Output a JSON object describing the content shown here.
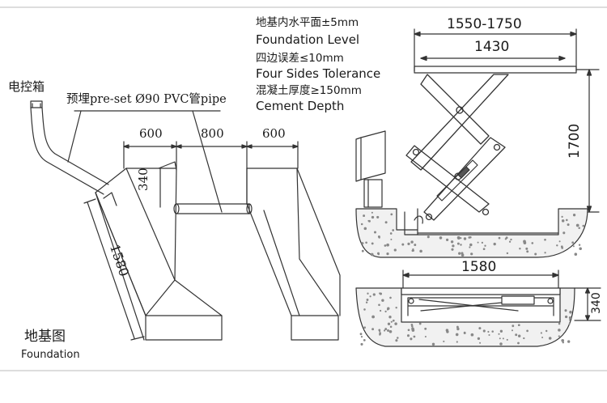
{
  "specs": {
    "level_cn": "地基内水平面±5mm",
    "level_en": "Foundation Level",
    "tolerance_cn": "四边误差≤10mm",
    "tolerance_en": "Four Sides Tolerance",
    "depth_cn": "混凝土厚度≥150mm",
    "depth_en": "Cement Depth"
  },
  "foundation": {
    "control_box_cn": "电控箱",
    "pipe_note": "预埋pre-set Ø90 PVC管pipe",
    "width_left": "600",
    "width_middle": "800",
    "width_right": "600",
    "depth": "340",
    "length": "1580",
    "title_cn": "地基图",
    "title_en": "Foundation"
  },
  "lift": {
    "range": "1550-1750",
    "platform_width": "1430",
    "max_height": "1700"
  },
  "pit": {
    "length": "1580",
    "depth": "340"
  }
}
